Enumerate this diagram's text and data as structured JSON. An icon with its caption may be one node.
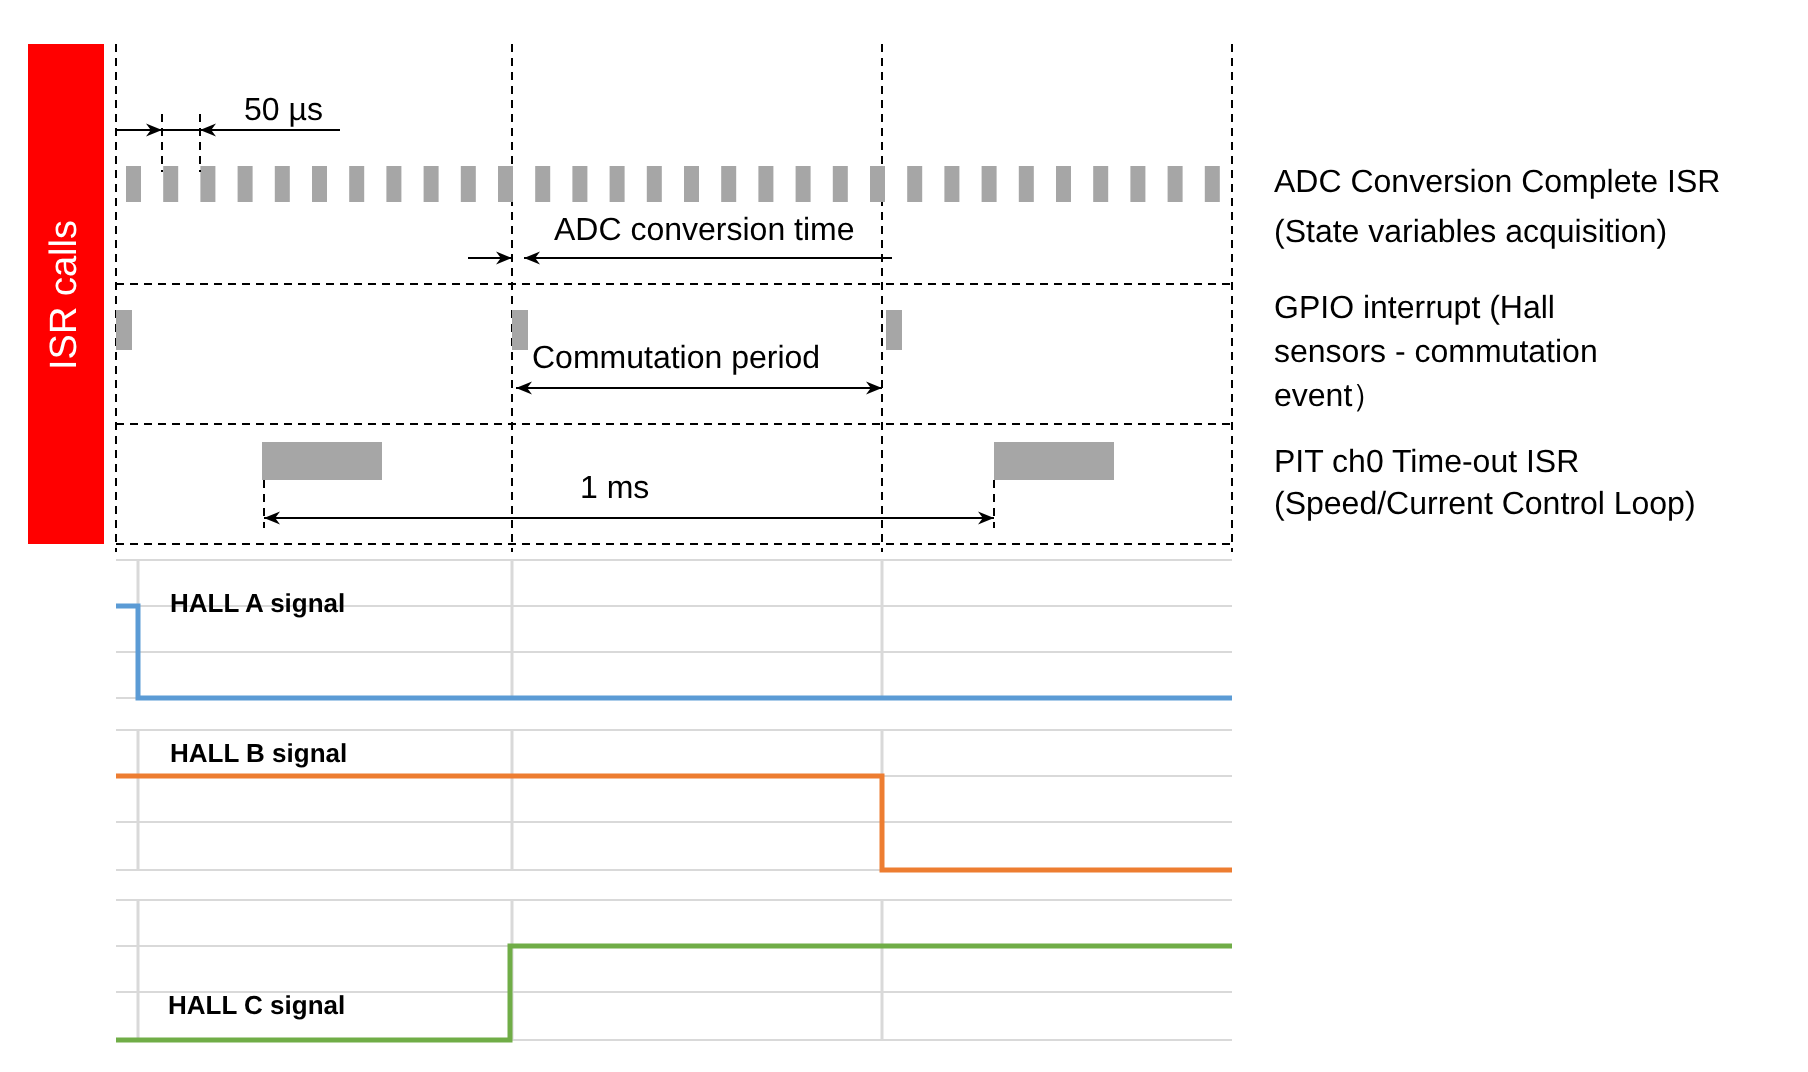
{
  "diagram": {
    "labels": [
      "ISR calls",
      "50 µs",
      "ADC Conversion Complete ISR (State variables acquisition)",
      "ADC conversion time",
      "GPIO interrupt (Hall sensors - commutation event）",
      "Commutation period",
      "PIT ch0 Time-out ISR (Speed/Current Control Loop)",
      "1 ms",
      "HALL A signal",
      "HALL B signal",
      "HALL C signal"
    ]
  }
}
